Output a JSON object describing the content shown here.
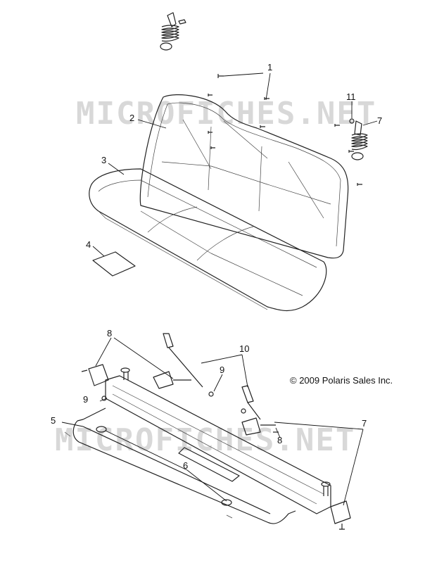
{
  "watermark": "MICROFICHES.NET",
  "copyright": "© 2009 Polaris Sales Inc.",
  "callouts": {
    "c1": "1",
    "c2": "2",
    "c3": "3",
    "c4": "4",
    "c5": "5",
    "c6": "6",
    "c7_top": "7",
    "c7_bottom": "7",
    "c8_left": "8",
    "c8_right": "8",
    "c9_left": "9",
    "c9_mid": "9",
    "c10": "10",
    "c11": "11"
  }
}
